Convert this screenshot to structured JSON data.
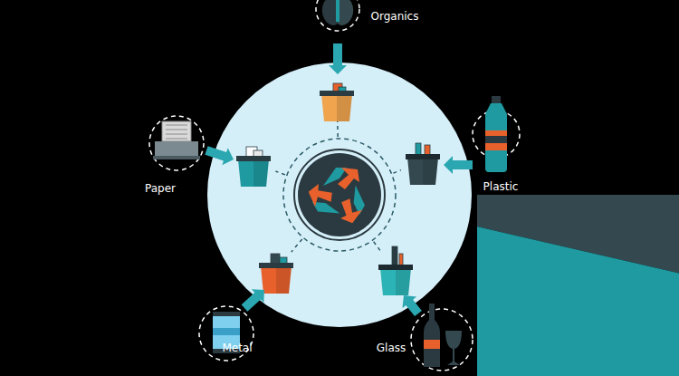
{
  "diagram": {
    "nodes": [
      {
        "text": [
          "Organics"
        ]
      },
      {
        "text": [
          "Paper"
        ]
      },
      {
        "text": [
          "Plastic"
        ]
      },
      {
        "text": [
          "Metal"
        ]
      },
      {
        "text": [
          "Glass"
        ]
      }
    ]
  }
}
